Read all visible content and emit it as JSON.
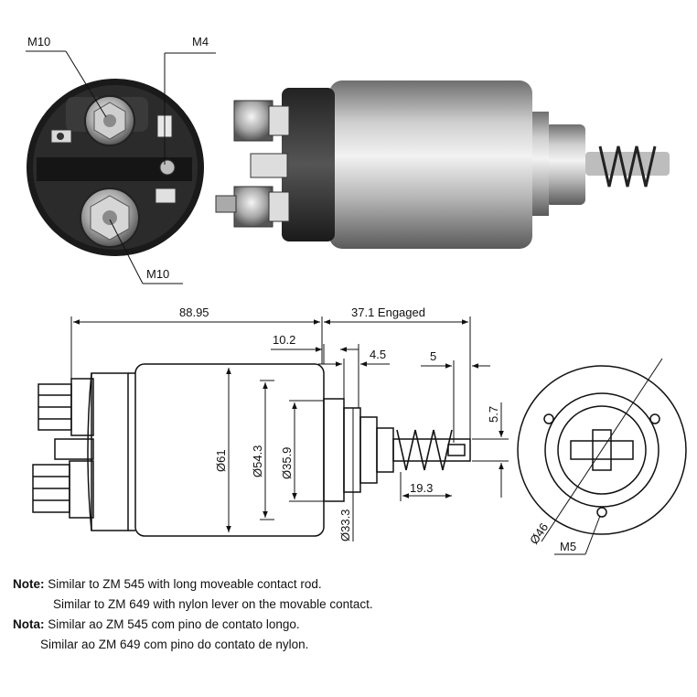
{
  "labels": {
    "m10_top": "M10",
    "m4": "M4",
    "m10_bottom": "M10",
    "m5": "M5"
  },
  "dimensions": {
    "overall_length": "88.95",
    "engaged": "37.1 Engaged",
    "d_10_2": "10.2",
    "d_4_5": "4.5",
    "d_5": "5",
    "d_5_7": "5.7",
    "d_19_3": "19.3",
    "dia_61": "Ø61",
    "dia_54_3": "Ø54.3",
    "dia_35_9": "Ø35.9",
    "dia_33_3": "Ø33.3",
    "dia_46": "Ø46"
  },
  "notes": {
    "en_label": "Note:",
    "en_line1": "Similar to ZM 545 with long moveable contact rod.",
    "en_line2": "Similar to ZM 649 with nylon lever on the movable contact.",
    "pt_label": "Nota:",
    "pt_line1": "Similar ao ZM 545 com pino de contato longo.",
    "pt_line2": "Similar ao ZM 649 com pino do contato de nylon."
  }
}
